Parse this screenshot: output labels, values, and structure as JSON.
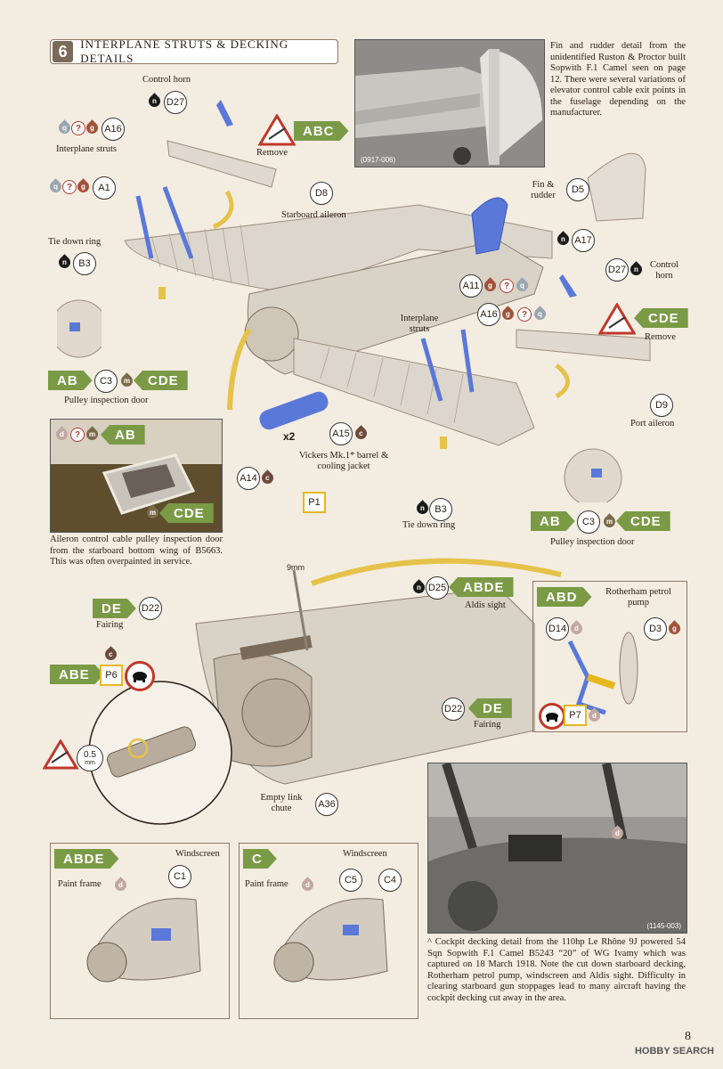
{
  "header": {
    "step": "6",
    "title": "INTERPLANE STRUTS & DECKING DETAILS"
  },
  "photo_top": {
    "code": "(0917-006)",
    "caption": "Fin and rudder detail from the unidentified Ruston & Proctor built Sopwith F.1 Camel seen on page 12. There were several variations of elevator control cable exit points in the fuselage depending on the manufacturer."
  },
  "photo_mid": {
    "caption": "Aileron control cable pulley inspection door from the starboard bottom wing of B5663. This was often overpainted in service."
  },
  "photo_bottom": {
    "code": "(1145-003)",
    "caption": "^ Cockpit decking detail from the 110hp Le Rhône 9J powered 54 Sqn Sopwith F.1 Camel B5243 “20” of WG Ivamy which was captured on 18 March 1918. Note the cut down starboard decking, Rotherham petrol pump, windscreen and Aldis sight. Difficulty in clearing starboard gun stoppages lead to many aircraft having the cockpit decking cut away in the area."
  },
  "labels": {
    "control_horn": "Control horn",
    "remove": "Remove",
    "interplane_struts": "Interplane struts",
    "starboard_aileron": "Starboard aileron",
    "tie_down_ring": "Tie down ring",
    "fin_rudder": "Fin & rudder",
    "pulley_door": "Pulley inspection door",
    "port_aileron": "Port aileron",
    "vickers": "Vickers Mk.1* barrel & cooling jacket",
    "x2": "x2",
    "aldis": "Aldis sight",
    "fairing": "Fairing",
    "rotherham": "Rotherham petrol pump",
    "link_chute": "Empty link chute",
    "windscreen": "Windscreen",
    "paint_frame": "Paint frame",
    "dim_9": "9mm",
    "dim_05": "0.5",
    "dim_mm": "mm"
  },
  "parts": {
    "D27": "D27",
    "A16": "A16",
    "A1": "A1",
    "D8": "D8",
    "B3": "B3",
    "D5": "D5",
    "A17": "A17",
    "A11": "A11",
    "C3": "C3",
    "D9": "D9",
    "A15": "A15",
    "A14": "A14",
    "P1": "P1",
    "D25": "D25",
    "D22": "D22",
    "P6": "P6",
    "D14": "D14",
    "D3": "D3",
    "P7": "P7",
    "A36": "A36",
    "C1": "C1",
    "C5": "C5",
    "C4": "C4"
  },
  "tags": {
    "ABC": "ABC",
    "CDE": "CDE",
    "AB": "AB",
    "ABDE": "ABDE",
    "DE": "DE",
    "ABE": "ABE",
    "ABD": "ABD",
    "C": "C"
  },
  "colors": {
    "n": "n",
    "g": "g",
    "c": "c",
    "q": "q",
    "d": "d",
    "m": "m",
    "qm": "?"
  },
  "page_number": "8",
  "watermark": "HOBBY SEARCH"
}
